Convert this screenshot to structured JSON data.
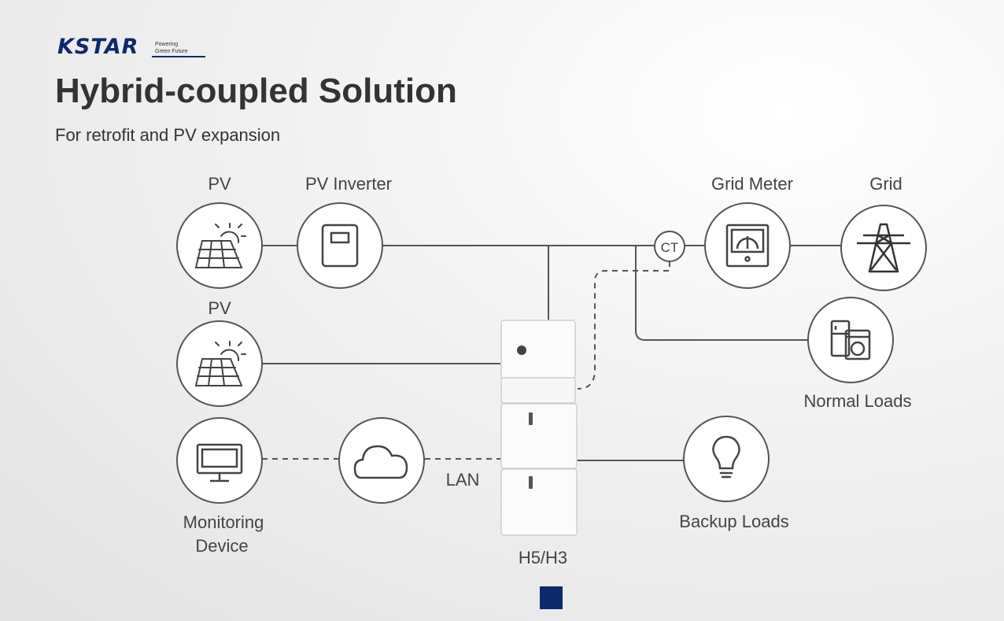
{
  "brand": {
    "logo_text": "KSTAR",
    "tagline_1": "Powering",
    "tagline_2": "Green Future",
    "color": "#0c2a6b"
  },
  "title": "Hybrid-coupled Solution",
  "subtitle": "For retrofit and PV expansion",
  "nodes": {
    "pv_top": {
      "label": "PV",
      "icon": "solar-panel-icon"
    },
    "pv_inverter": {
      "label": "PV Inverter",
      "icon": "inverter-icon"
    },
    "ct": {
      "label": "CT"
    },
    "grid_meter": {
      "label": "Grid Meter",
      "icon": "meter-icon"
    },
    "grid": {
      "label": "Grid",
      "icon": "transmission-tower-icon"
    },
    "pv_bottom": {
      "label": "PV",
      "icon": "solar-panel-icon"
    },
    "normal_loads": {
      "label": "Normal Loads",
      "icon": "appliances-icon"
    },
    "monitoring": {
      "label_line1": "Monitoring",
      "label_line2": "Device",
      "icon": "monitor-icon"
    },
    "cloud": {
      "icon": "cloud-icon"
    },
    "lan": {
      "label": "LAN"
    },
    "hybrid": {
      "label": "H5/H3",
      "icon": "hybrid-inverter-battery-icon"
    },
    "backup_loads": {
      "label": "Backup Loads",
      "icon": "light-bulb-icon"
    }
  }
}
